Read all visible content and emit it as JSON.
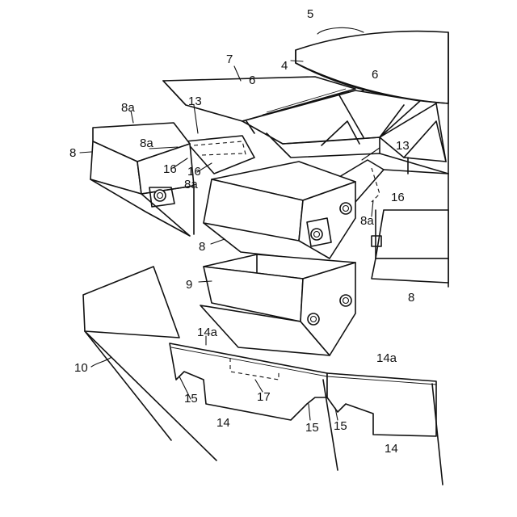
{
  "labels": {
    "l5": "5",
    "l7": "7",
    "l6a": "6",
    "l4": "4",
    "l6b": "6",
    "l8a_1": "8a",
    "l13a": "13",
    "l8_left": "8",
    "l8a_2": "8a",
    "l16a": "16",
    "l16b": "16",
    "l8a_3": "8a",
    "l13b": "13",
    "l16c": "16",
    "l8a_4": "8a",
    "l8_mid": "8",
    "l8_right": "8",
    "l9": "9",
    "l10": "10",
    "l14a_left": "14a",
    "l14a_right": "14a",
    "l15a": "15",
    "l17": "17",
    "l14_left": "14",
    "l15b": "15",
    "l15c": "15",
    "l14_right": "14"
  }
}
